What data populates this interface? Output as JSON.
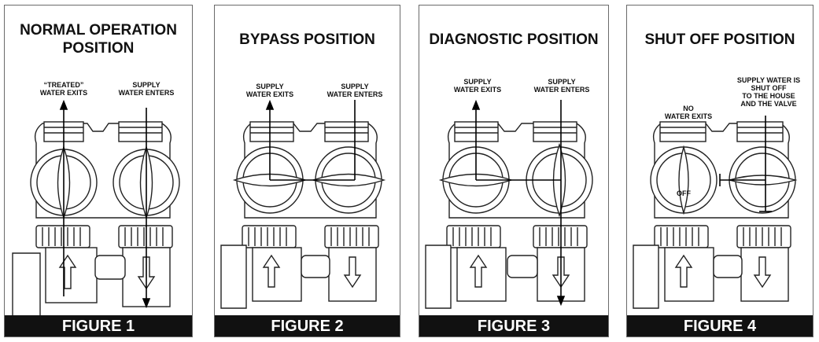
{
  "figures": [
    {
      "title": "NORMAL OPERATION\nPOSITION",
      "label_left": "“TREATED”\nWATER EXITS",
      "label_right": "SUPPLY\nWATER ENTERS",
      "caption": "FIGURE 1"
    },
    {
      "title": "BYPASS POSITION",
      "label_left": "SUPPLY\nWATER EXITS",
      "label_right": "SUPPLY\nWATER ENTERS",
      "caption": "FIGURE 2"
    },
    {
      "title": "DIAGNOSTIC POSITION",
      "label_left": "SUPPLY\nWATER EXITS",
      "label_right": "SUPPLY\nWATER ENTERS",
      "caption": "FIGURE 3"
    },
    {
      "title": "SHUT OFF POSITION",
      "label_left": "NO\nWATER EXITS",
      "label_right": "SUPPLY WATER IS\nSHUT OFF\nTO THE HOUSE\nAND THE VALVE",
      "caption": "FIGURE 4"
    }
  ],
  "knob_text": {
    "off": "OFF"
  }
}
